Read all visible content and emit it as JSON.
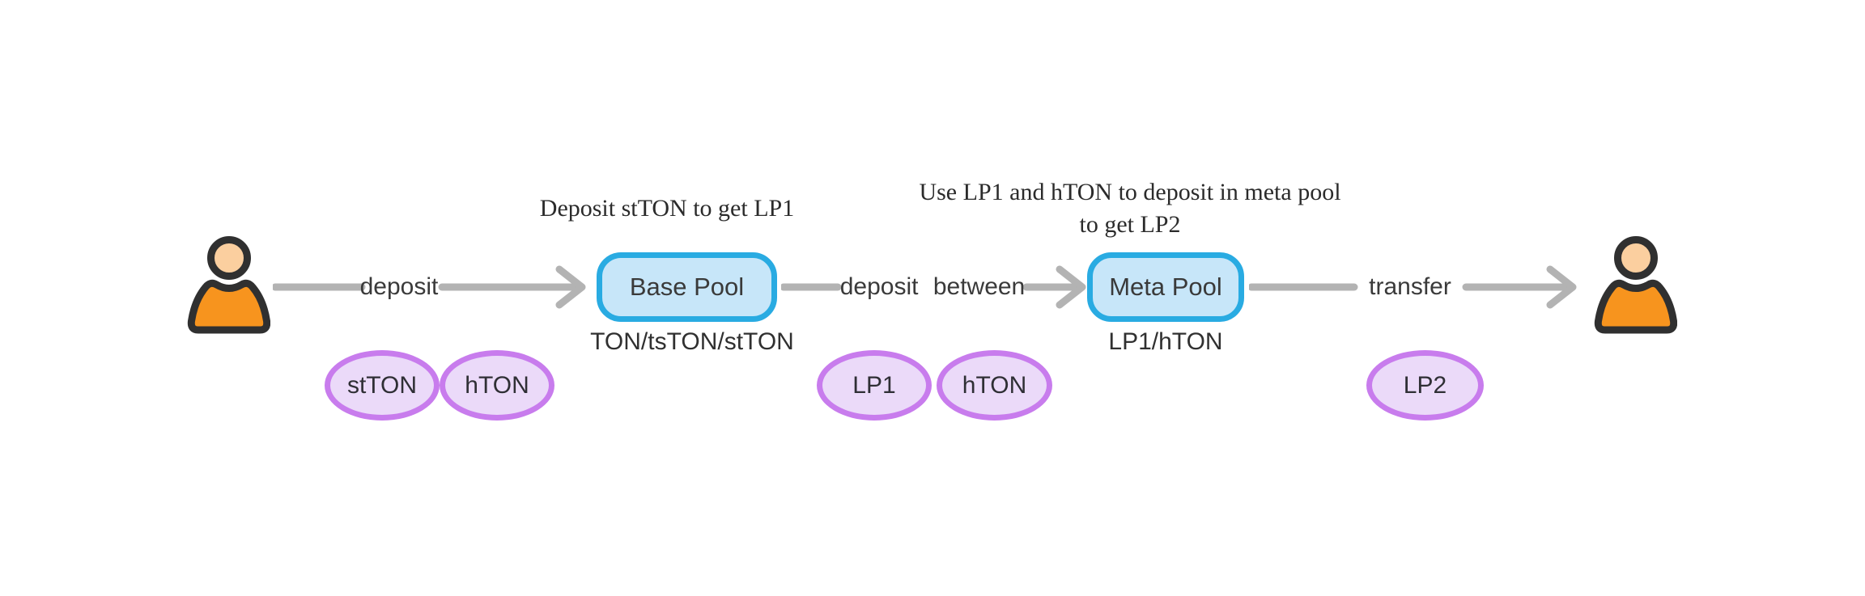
{
  "diagram": {
    "title": "Base pool / meta pool deposit flow",
    "captions": {
      "base": "Deposit stTON to get LP1",
      "meta_line1": "Use LP1 and hTON to deposit in meta pool",
      "meta_line2": "to get LP2"
    },
    "nodes": {
      "base": {
        "label": "Base Pool",
        "sublabel": "TON/tsTON/stTON"
      },
      "meta": {
        "label": "Meta Pool",
        "sublabel": "LP1/hTON"
      }
    },
    "arrows": {
      "deposit": {
        "label": "deposit"
      },
      "deposit_between": {
        "label": "deposit between"
      },
      "transfer": {
        "label": "transfer"
      }
    },
    "tokens": [
      {
        "label": "stTON"
      },
      {
        "label": "hTON"
      },
      {
        "label": "LP1"
      },
      {
        "label": "hTON"
      },
      {
        "label": "LP2"
      }
    ],
    "icons": {
      "left_actor": "person-icon",
      "right_actor": "person-icon"
    }
  },
  "colors": {
    "background": "#ffffff",
    "node_border": "#29abe2",
    "node_fill": "#c7e6f9",
    "token_border": "#c87ced",
    "token_fill": "#ebdaf9",
    "arrow": "#b3b3b3",
    "person_body": "#f7941e",
    "person_skin": "#fbcf9f",
    "person_outline": "#303030",
    "text": "#363636"
  }
}
